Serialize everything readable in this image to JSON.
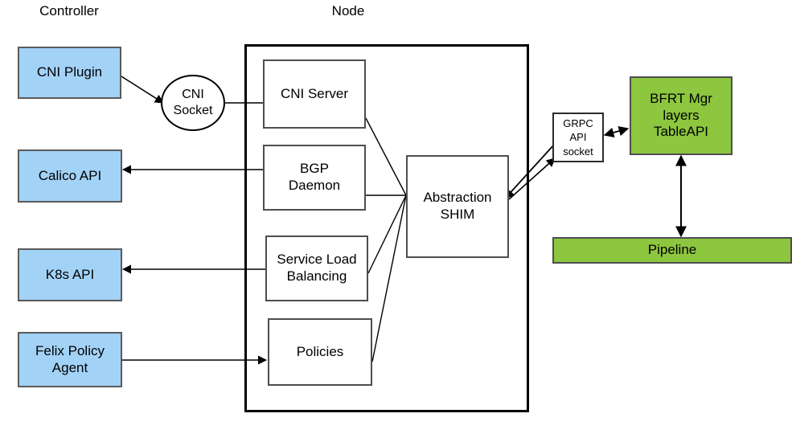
{
  "diagram": {
    "title_labels": [
      {
        "name": "controller-label",
        "text": "Controller"
      },
      {
        "name": "node-label",
        "text": "Node"
      }
    ],
    "controller_boxes": [
      {
        "name": "cni-plugin",
        "text": "CNI Plugin"
      },
      {
        "name": "calico-api",
        "text": "Calico API"
      },
      {
        "name": "k8s-api",
        "text": "K8s API"
      },
      {
        "name": "felix-policy-agent",
        "text": "Felix Policy Agent"
      }
    ],
    "sockets": [
      {
        "name": "cni-socket",
        "text": "CNI Socket"
      },
      {
        "name": "grpc-api-socket",
        "text": "GRPC API socket"
      }
    ],
    "node_boxes": [
      {
        "name": "cni-server",
        "text": "CNI Server"
      },
      {
        "name": "bgp-daemon",
        "text": "BGP Daemon"
      },
      {
        "name": "service-load-balancing",
        "text": "Service Load Balancing"
      },
      {
        "name": "policies",
        "text": "Policies"
      },
      {
        "name": "abstraction-shim",
        "text": "Abstraction SHIM"
      }
    ],
    "dataplane_boxes": [
      {
        "name": "bfrt-mgr",
        "text": "BFRT Mgr layers TableAPI"
      },
      {
        "name": "pipeline",
        "text": "Pipeline"
      }
    ],
    "colors": {
      "controller_fill": "#A3D2F7",
      "dataplane_fill": "#8DC63F",
      "node_fill": "#FFFFFF",
      "stroke": "#000000"
    }
  }
}
